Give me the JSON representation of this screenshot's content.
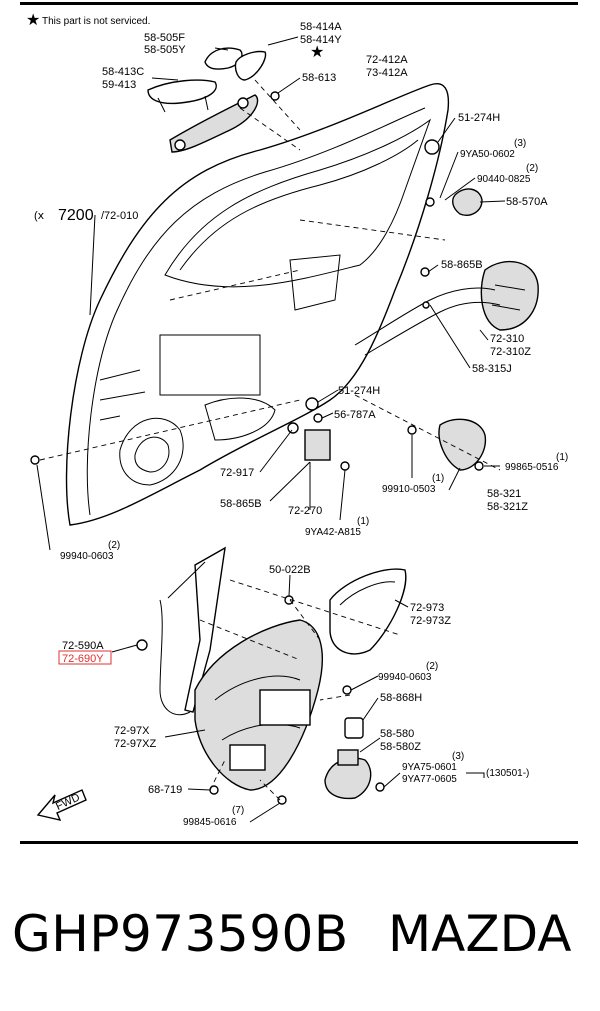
{
  "note": "This part is not serviced.",
  "labels": {
    "l_58_505F": "58-505F",
    "l_58_505Y": "58-505Y",
    "l_58_414A": "58-414A",
    "l_58_414Y": "58-414Y",
    "l_72_412A": "72-412A",
    "l_73_412A": "73-412A",
    "l_58_413C": "58-413C",
    "l_59_413": "59-413",
    "l_58_613": "58-613",
    "l_51_274H_top": "51-274H",
    "q3_a": "(3)",
    "l_9YA50_0602": "9YA50-0602",
    "q2_a": "(2)",
    "l_90440_0825": "90440-0825",
    "l_58_570A": "58-570A",
    "l_7200": "7200",
    "l_72_010": "/72-010",
    "l_58_865B_top": "58-865B",
    "l_72_310": "72-310",
    "l_72_310Z": "72-310Z",
    "l_58_315J": "58-315J",
    "l_51_274H_mid": "51-274H",
    "l_56_787A": "56-787A",
    "l_72_917": "72-917",
    "q1_a": "(1)",
    "l_99865_0516": "99865-0516",
    "q1_b": "(1)",
    "l_99910_0503": "99910-0503",
    "l_58_321": "58-321",
    "l_58_321Z": "58-321Z",
    "l_58_865B_bot": "58-865B",
    "l_72_270": "72-270",
    "q1_c": "(1)",
    "l_9YA42_A815": "9YA42-A815",
    "q2_b": "(2)",
    "l_99940_0603_left": "99940-0603",
    "l_50_022B": "50-022B",
    "l_72_973": "72-973",
    "l_72_973Z": "72-973Z",
    "l_72_590A": "72-590A",
    "l_72_690Y": "72-690Y",
    "q2_c": "(2)",
    "l_99940_0603_right": "99940-0603",
    "l_58_868H": "58-868H",
    "l_72_97X": "72-97X",
    "l_72_97XZ": "72-97XZ",
    "l_58_580": "58-580",
    "l_58_580Z": "58-580Z",
    "q3_b": "(3)",
    "l_9YA75_0601": "9YA75-0601",
    "l_9YA77_0605": "9YA77-0605",
    "l_130501": "(130501-)",
    "l_68_719": "68-719",
    "q7": "(7)",
    "l_99845_0616": "99845-0616",
    "fwd": "FWD"
  },
  "footer": {
    "part_number": "GHP973590B",
    "brand": "MAZDA"
  },
  "colors": {
    "highlight": "#e03030",
    "ink": "#000000"
  }
}
